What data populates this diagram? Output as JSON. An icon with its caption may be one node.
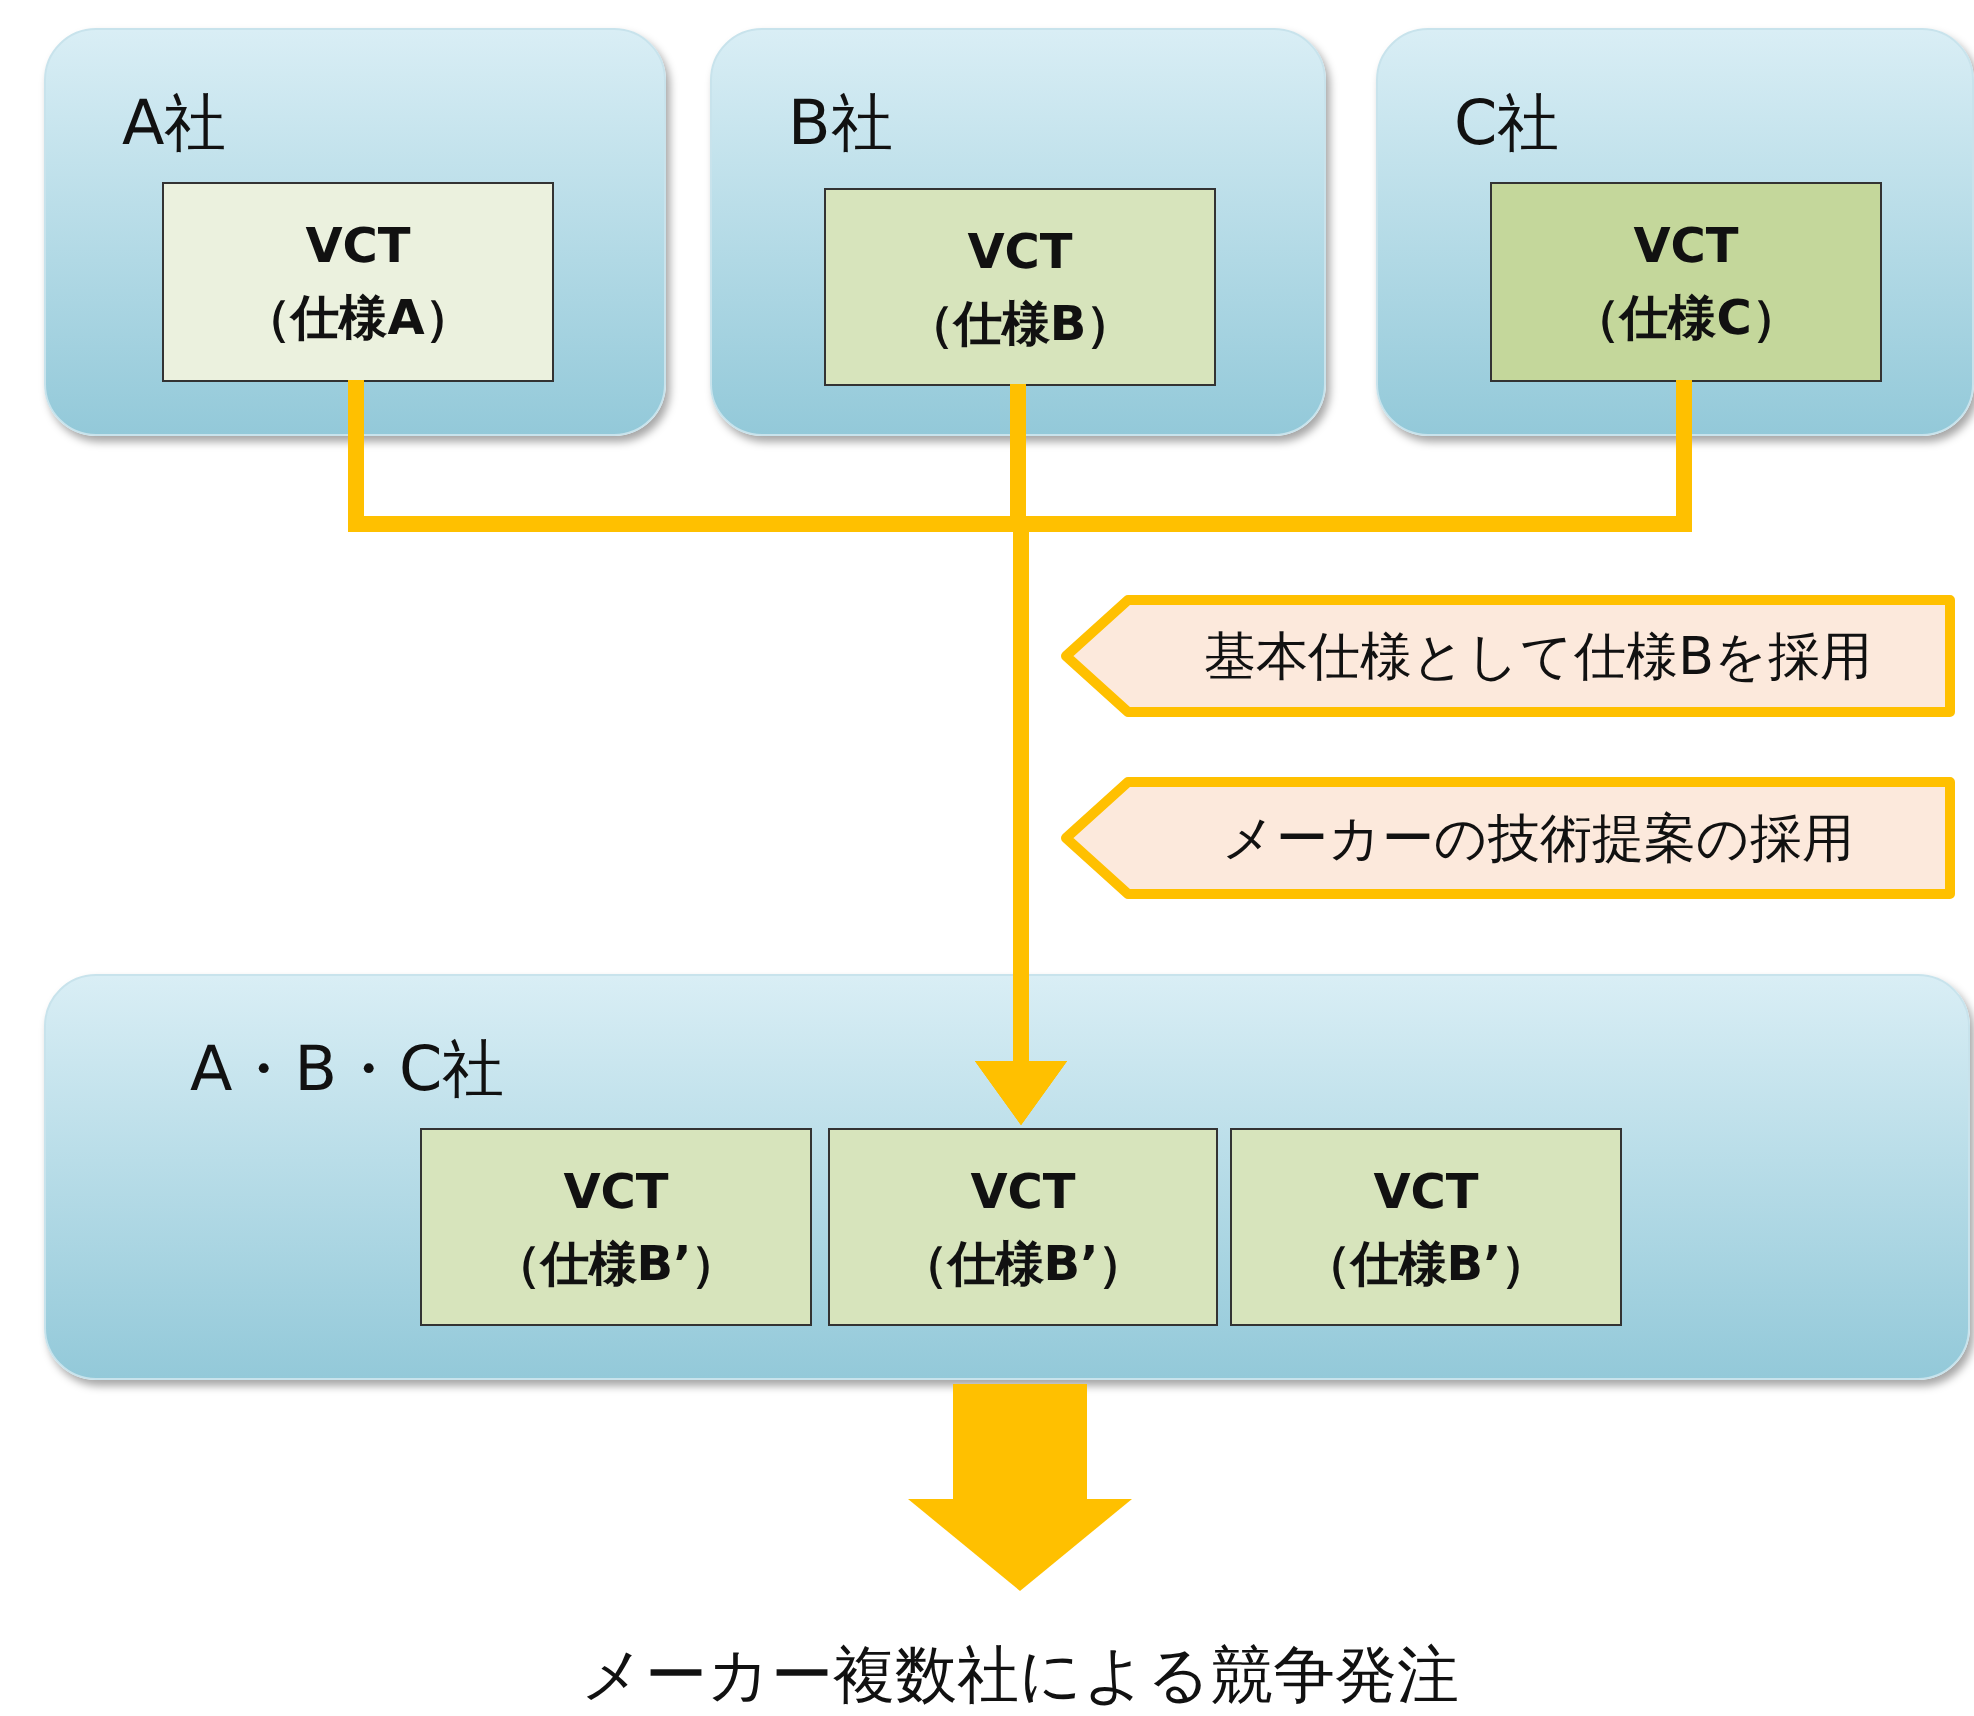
{
  "diagram": {
    "nodes": [
      {
        "text": [
          "A社"
        ]
      },
      {
        "text": [
          "VCT （仕様A）"
        ],
        "in": 0
      },
      {
        "text": [
          "B社"
        ]
      },
      {
        "text": [
          "VCT （仕様B）"
        ],
        "in": 2
      },
      {
        "text": [
          "C社"
        ]
      },
      {
        "text": [
          "VCT （仕様C）"
        ],
        "in": 4
      },
      {
        "text": [
          "基本仕様として仕様Bを採用"
        ]
      },
      {
        "text": [
          "メーカーの技術提案の採用"
        ]
      },
      {
        "text": [
          "A・B・C社"
        ]
      },
      {
        "text": [
          "VCT （仕様B’）"
        ],
        "in": 8
      },
      {
        "text": [
          "VCT （仕様B’）"
        ],
        "in": 8
      },
      {
        "text": [
          "VCT （仕様B’）"
        ],
        "in": 8
      },
      {
        "text": [
          "メーカー複数社による競争発注"
        ]
      }
    ],
    "edges": [
      {
        "from": 1,
        "to": 10,
        "arrow": "to"
      },
      {
        "from": 3,
        "to": 10,
        "arrow": "to"
      },
      {
        "from": 5,
        "to": 10,
        "arrow": "to"
      },
      {
        "from": 8,
        "to": 12,
        "arrow": "to",
        "style": "thick"
      }
    ]
  }
}
